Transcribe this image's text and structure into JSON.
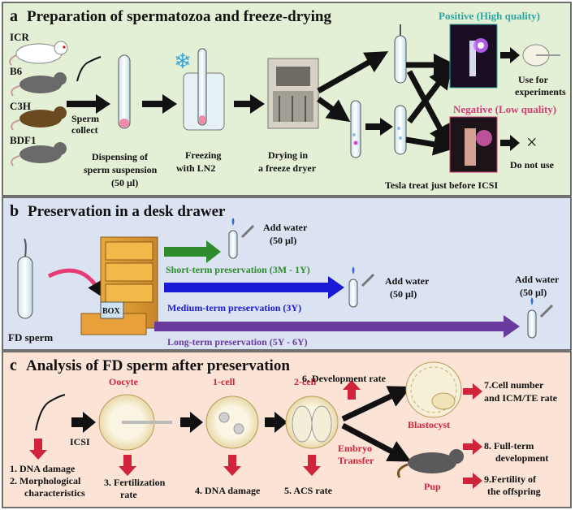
{
  "panel_a": {
    "letter": "a",
    "title": "Preparation of spermatozoa and freeze-drying",
    "mice": [
      "ICR",
      "B6",
      "C3H",
      "BDF1"
    ],
    "sperm_collect": [
      "Sperm",
      "collect"
    ],
    "dispensing": [
      "Dispensing of",
      "sperm suspension",
      "(50 µl)"
    ],
    "freezing": [
      "Freezing",
      "with LN2"
    ],
    "drying": [
      "Drying in",
      "a freeze dryer"
    ],
    "positive": "Positive (High quality)",
    "negative": "Negative (Low quality)",
    "use": [
      "Use for",
      "experiments"
    ],
    "do_not_use": "Do not use",
    "cross": "×",
    "tesla": "Tesla treat just before ICSI",
    "colors": {
      "bg": "#e3f0d6",
      "positive": "#2ba6a0",
      "negative": "#d23c7a"
    }
  },
  "panel_b": {
    "letter": "b",
    "title": "Preservation in a desk drawer",
    "fd_sperm": "FD sperm",
    "box": "BOX",
    "short": "Short-term preservation (3M - 1Y)",
    "medium": "Medium-term preservation (3Y)",
    "long": "Long-term preservation (5Y - 6Y)",
    "add_water": "Add water",
    "volume": "(50 µl)",
    "colors": {
      "bg": "#dbe2f2",
      "short": "#2e8b2e",
      "medium": "#1a1ad6",
      "long": "#6a3a9e"
    }
  },
  "panel_c": {
    "letter": "c",
    "title": "Analysis of FD sperm after preservation",
    "oocyte": "Oocyte",
    "one_cell": "1-cell",
    "two_cell": "2-cell",
    "icsi": "ICSI",
    "dev_rate": "6. Development rate",
    "blastocyst": "Blastocyst",
    "embryo_transfer": [
      "Embryo",
      "Transfer"
    ],
    "pup": "Pup",
    "item1": [
      "1. DNA damage",
      "2. Morphological",
      "characteristics"
    ],
    "item3": [
      "3. Fertilization",
      "rate"
    ],
    "item4": "4. DNA damage",
    "item5": "5. ACS rate",
    "item7": [
      "7.Cell number",
      "and ICM/TE rate"
    ],
    "item8": [
      "8. Full-term",
      "development"
    ],
    "item9": [
      "9.Fertility of",
      "the offspring"
    ],
    "colors": {
      "bg": "#fbe3d6",
      "label_red": "#d0243a"
    }
  }
}
